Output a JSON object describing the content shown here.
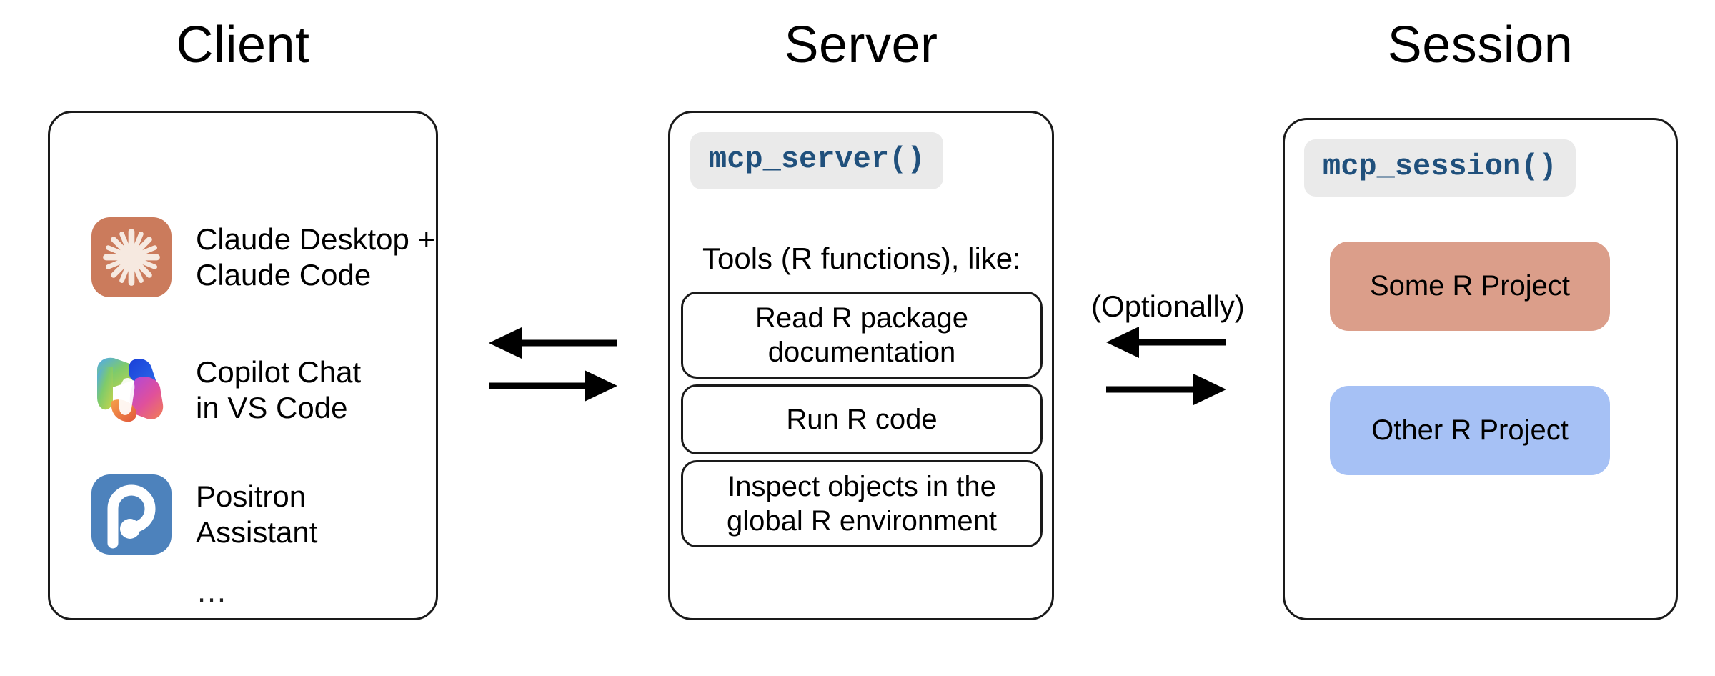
{
  "columns": {
    "client_title": "Client",
    "server_title": "Server",
    "session_title": "Session"
  },
  "client": {
    "items": [
      {
        "icon": "claude-icon",
        "label": "Claude Desktop +\nClaude Code"
      },
      {
        "icon": "copilot-icon",
        "label": "Copilot Chat\nin VS Code"
      },
      {
        "icon": "positron-icon",
        "label": "Positron\nAssistant"
      }
    ],
    "ellipsis": "…"
  },
  "server": {
    "code_label": "mcp_server()",
    "tools_caption": "Tools (R functions), like:",
    "tools": [
      "Read R package\ndocumentation",
      "Run R code",
      "Inspect objects in the\nglobal R environment"
    ]
  },
  "session": {
    "code_label": "mcp_session()",
    "projects": [
      {
        "label": "Some R Project",
        "color": "#DB9E8A"
      },
      {
        "label": "Other R Project",
        "color": "#A6C1F5"
      }
    ]
  },
  "connectors": {
    "client_server": {
      "inbound_label": "",
      "outbound_label": ""
    },
    "server_session": {
      "note": "(Optionally)"
    }
  },
  "colors": {
    "code_text": "#20507C",
    "code_chip_bg": "#EAEAEA",
    "claude_orange": "#CB7B5C",
    "positron_blue": "#4D82BC",
    "project_salmon": "#DB9E8A",
    "project_periwinkle": "#A6C1F5",
    "stroke": "#1A1A1A",
    "background": "#FFFFFF"
  }
}
